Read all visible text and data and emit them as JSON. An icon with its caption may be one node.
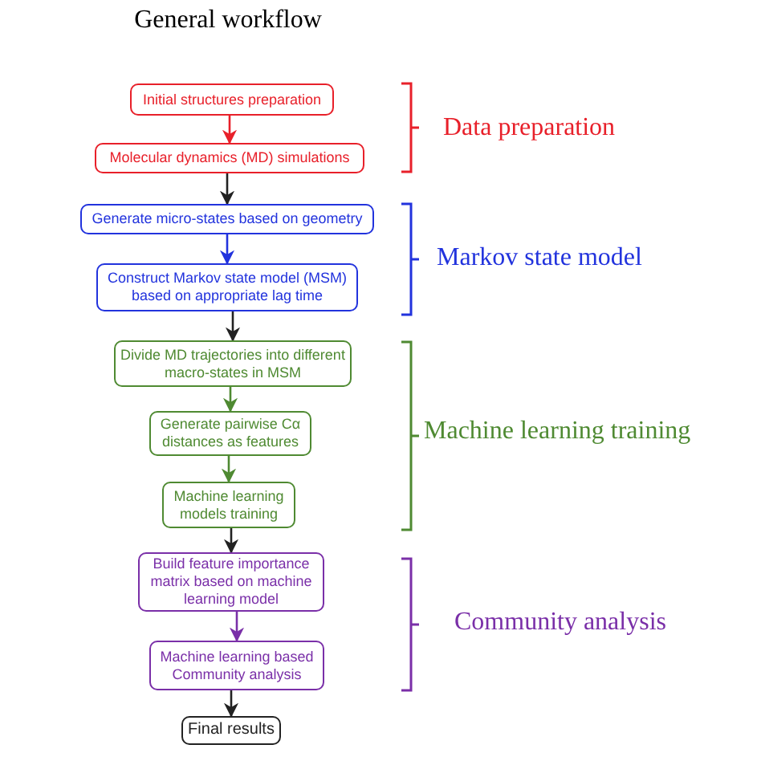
{
  "diagram": {
    "title": "General workflow",
    "nodes": [
      {
        "text": [
          "Initial structures preparation"
        ]
      },
      {
        "text": [
          "Molecular dynamics (MD) simulations"
        ]
      },
      {
        "text": [
          "Generate micro-states based on geometry"
        ]
      },
      {
        "text": [
          "Construct Markov state model (MSM) based on appropriate lag time"
        ]
      },
      {
        "text": [
          "Divide MD trajectories into different macro-states in MSM"
        ]
      },
      {
        "text": [
          "Generate pairwise Cα distances as features"
        ]
      },
      {
        "text": [
          "Machine learning models training"
        ]
      },
      {
        "text": [
          "Build feature importance matrix based on machine learning model"
        ]
      },
      {
        "text": [
          "Machine learning based Community analysis"
        ]
      },
      {
        "text": [
          "Final results"
        ]
      }
    ],
    "edges": [
      {
        "from": 0,
        "to": 1,
        "arrow": "to",
        "color": "#e8202a"
      },
      {
        "from": 1,
        "to": 2,
        "arrow": "to"
      },
      {
        "from": 2,
        "to": 3,
        "arrow": "to",
        "color": "#2233dd"
      },
      {
        "from": 3,
        "to": 4,
        "arrow": "to"
      },
      {
        "from": 4,
        "to": 5,
        "arrow": "to",
        "color": "#4f8a32"
      },
      {
        "from": 5,
        "to": 6,
        "arrow": "to",
        "color": "#4f8a32"
      },
      {
        "from": 6,
        "to": 7,
        "arrow": "to"
      },
      {
        "from": 7,
        "to": 8,
        "arrow": "to",
        "color": "#7a2fa8"
      },
      {
        "from": 8,
        "to": 9,
        "arrow": "to"
      }
    ],
    "labels": [
      "Data preparation",
      "Markov state model",
      "Machine learning training",
      "Community analysis"
    ]
  }
}
